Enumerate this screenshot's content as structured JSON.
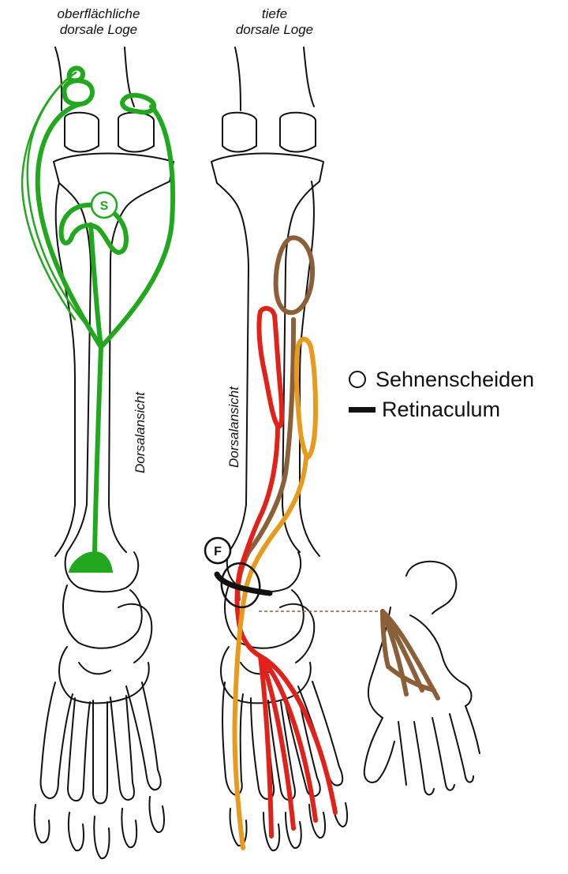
{
  "left_view": {
    "title_line1": "oberflächliche",
    "title_line2": "dorsale Loge",
    "side_label": "Dorsalansicht",
    "badge": "S"
  },
  "right_view": {
    "title_line1": "tiefe",
    "title_line2": "dorsale Loge",
    "side_label": "Dorsalansicht",
    "badge": "F"
  },
  "legend": {
    "tendon_sheaths": "Sehnenscheiden",
    "retinaculum": "Retinaculum"
  },
  "colors": {
    "superficial_muscles": "#22a81e",
    "flexor_digitorum": "#e0221b",
    "flexor_hallucis": "#e89a1c",
    "tibialis_posterior": "#8b6038",
    "bone_outline": "#111111"
  }
}
